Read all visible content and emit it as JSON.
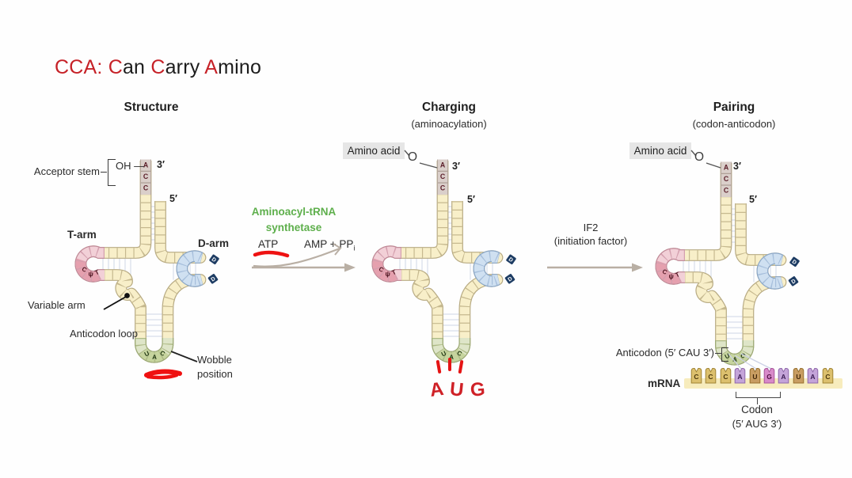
{
  "title": {
    "segments": [
      {
        "text": "CCA: ",
        "color": "#c62127"
      },
      {
        "text": "C",
        "color": "#c62127"
      },
      {
        "text": "an ",
        "color": "#1c1c1c"
      },
      {
        "text": "C",
        "color": "#c62127"
      },
      {
        "text": "arry ",
        "color": "#1c1c1c"
      },
      {
        "text": "A",
        "color": "#c62127"
      },
      {
        "text": "mino",
        "color": "#1c1c1c"
      }
    ]
  },
  "trna": {
    "acceptor_tail": [
      "A",
      "C",
      "C"
    ],
    "t_loop_letters": [
      "C",
      "ψ",
      "T"
    ],
    "d_loop_letters": [
      "D",
      "D"
    ],
    "anticodon_letters": [
      "U",
      "A",
      "C"
    ]
  },
  "structure": {
    "heading": "Structure",
    "acceptor_stem": "Acceptor stem",
    "oh": "OH —",
    "three_prime": "3′",
    "five_prime": "5′",
    "t_arm": "T-arm",
    "d_arm": "D-arm",
    "variable_arm": "Variable arm",
    "anticodon_loop": "Anticodon loop",
    "wobble": "Wobble position"
  },
  "charging": {
    "heading": "Charging",
    "subheading": "(aminoacylation)",
    "amino_acid": "Amino acid",
    "o_linker": "O",
    "three_prime": "3′",
    "five_prime": "5′",
    "enzyme": "Aminoacyl-tRNA synthetase",
    "atp": "ATP",
    "amp": "AMP + PP",
    "amp_sub": "i",
    "aug_annotation": [
      "A",
      "U",
      "G"
    ]
  },
  "pairing": {
    "heading": "Pairing",
    "subheading": "(codon-anticodon)",
    "amino_acid": "Amino acid",
    "o_linker": "O",
    "three_prime": "3′",
    "five_prime": "5′",
    "if2": "IF2",
    "if2_sub": "(initiation factor)",
    "anticodon_label": "Anticodon (5′ CAU 3′)",
    "mrna_label": "mRNA",
    "codon_label": "Codon",
    "codon_seq": "(5′ AUG 3′)",
    "mrna": {
      "sequence": [
        "C",
        "C",
        "C",
        "A",
        "U",
        "G",
        "A",
        "U",
        "A",
        "C"
      ],
      "colors": {
        "C": {
          "bg": "#dcc06e",
          "border": "#a08434",
          "text": "#4a370c"
        },
        "A": {
          "bg": "#c4a4d9",
          "border": "#8f68ab",
          "text": "#3a1b52"
        },
        "U": {
          "bg": "#c89d62",
          "border": "#97702d",
          "text": "#402608"
        },
        "G": {
          "bg": "#d88ac9",
          "border": "#a8549b",
          "text": "#4d0d40"
        }
      }
    }
  },
  "palette": {
    "accent_red": "#c62127",
    "annotation_red": "#e51414",
    "enzyme_green": "#5eaf4c",
    "arrow_grey": "#b9afa4",
    "ribbon_yellow": "#f8efc9",
    "t_loop_pink": "#f2d0d7",
    "d_loop_blue": "#cfe0f1",
    "anticodon_green": "#dee5c8"
  }
}
